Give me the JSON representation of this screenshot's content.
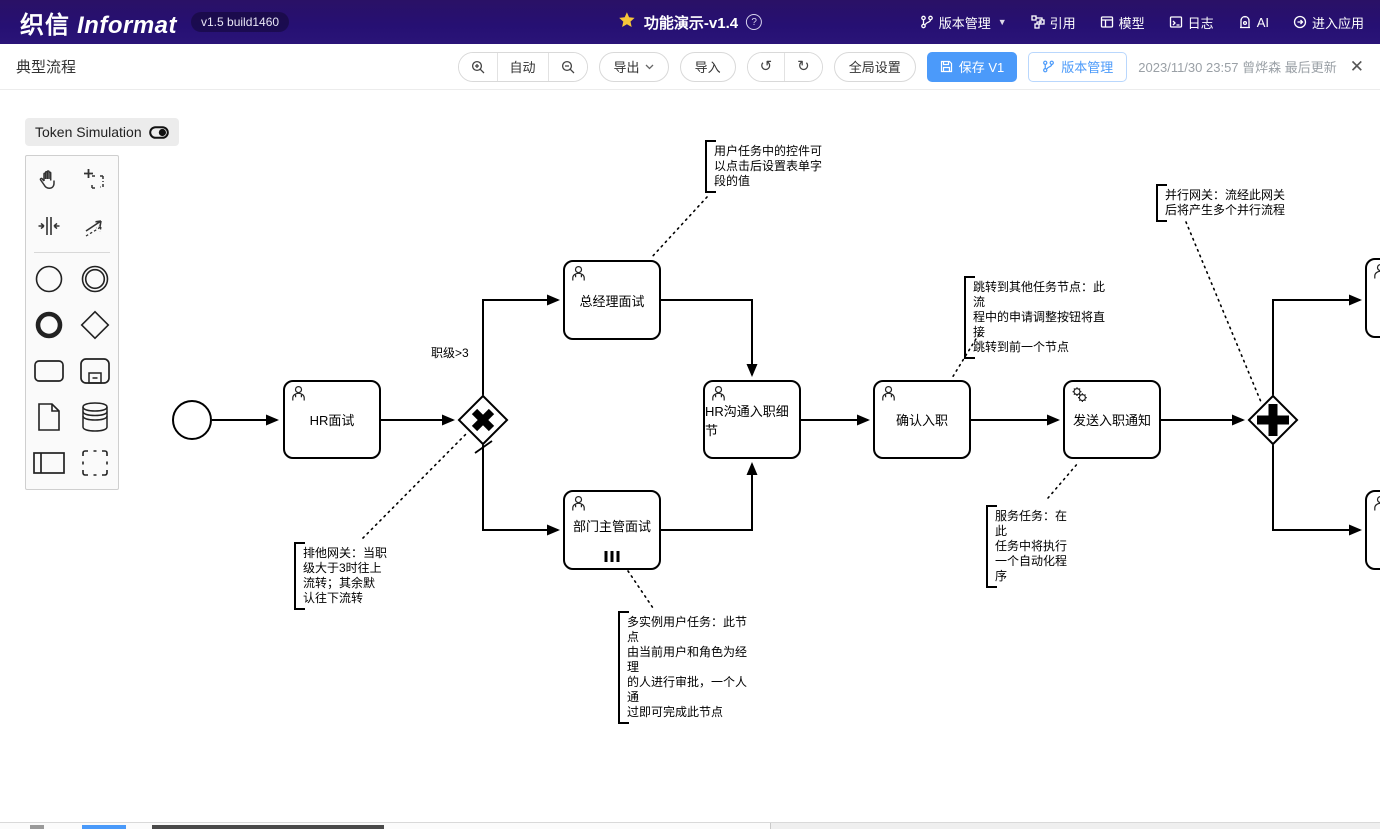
{
  "navbar": {
    "logo_cn": "织信",
    "logo_en": "Informat",
    "version_badge": "v1.5 build1460",
    "doc_title": "功能演示-v1.4",
    "menu": {
      "version": "版本管理",
      "reference": "引用",
      "model": "模型",
      "log": "日志",
      "ai": "AI",
      "enter_app": "进入应用"
    }
  },
  "toolbar": {
    "page_title": "典型流程",
    "auto": "自动",
    "export": "导出",
    "import": "导入",
    "global_settings": "全局设置",
    "save": "保存 V1",
    "version_manage": "版本管理",
    "last_updated": "2023/11/30 23:57 曾烨森 最后更新",
    "close": "✕"
  },
  "palette": {
    "token_simulation": "Token Simulation",
    "tools": [
      "hand-tool",
      "lasso-tool",
      "space-tool",
      "global-connect-tool",
      "start-event",
      "intermediate-event",
      "end-event",
      "gateway",
      "task",
      "subprocess",
      "data-object",
      "data-store",
      "participant",
      "group"
    ]
  },
  "diagram": {
    "nodes": {
      "hr_interview": "HR面试",
      "gm_interview": "总经理面试",
      "dept_manager_interview": "部门主管面试",
      "hr_communicate": "HR沟通入职细节",
      "confirm_onboard": "确认入职",
      "send_notice": "发送入职通知"
    },
    "flow_label": "职级>3",
    "annotations": {
      "user_task": "用户任务中的控件可\n以点击后设置表单字\n段的值",
      "parallel_gateway": "并行网关：流经此网关\n后将产生多个并行流程",
      "jump_node": "跳转到其他任务节点：此流\n程中的申请调整按钮将直接\n跳转到前一个节点",
      "exclusive_gateway": "排他网关：当职\n级大于3时往上\n流转；其余默\n认往下流转",
      "multi_instance": "多实例用户任务：此节点\n由当前用户和角色为经理\n的人进行审批，一个人通\n过即可完成此节点",
      "service_task": "服务任务：在此\n任务中将执行\n一个自动化程序"
    }
  },
  "colors": {
    "navbar_bg": "#261073",
    "accent_blue": "#4b9afa",
    "star_yellow": "#f5c63a"
  }
}
